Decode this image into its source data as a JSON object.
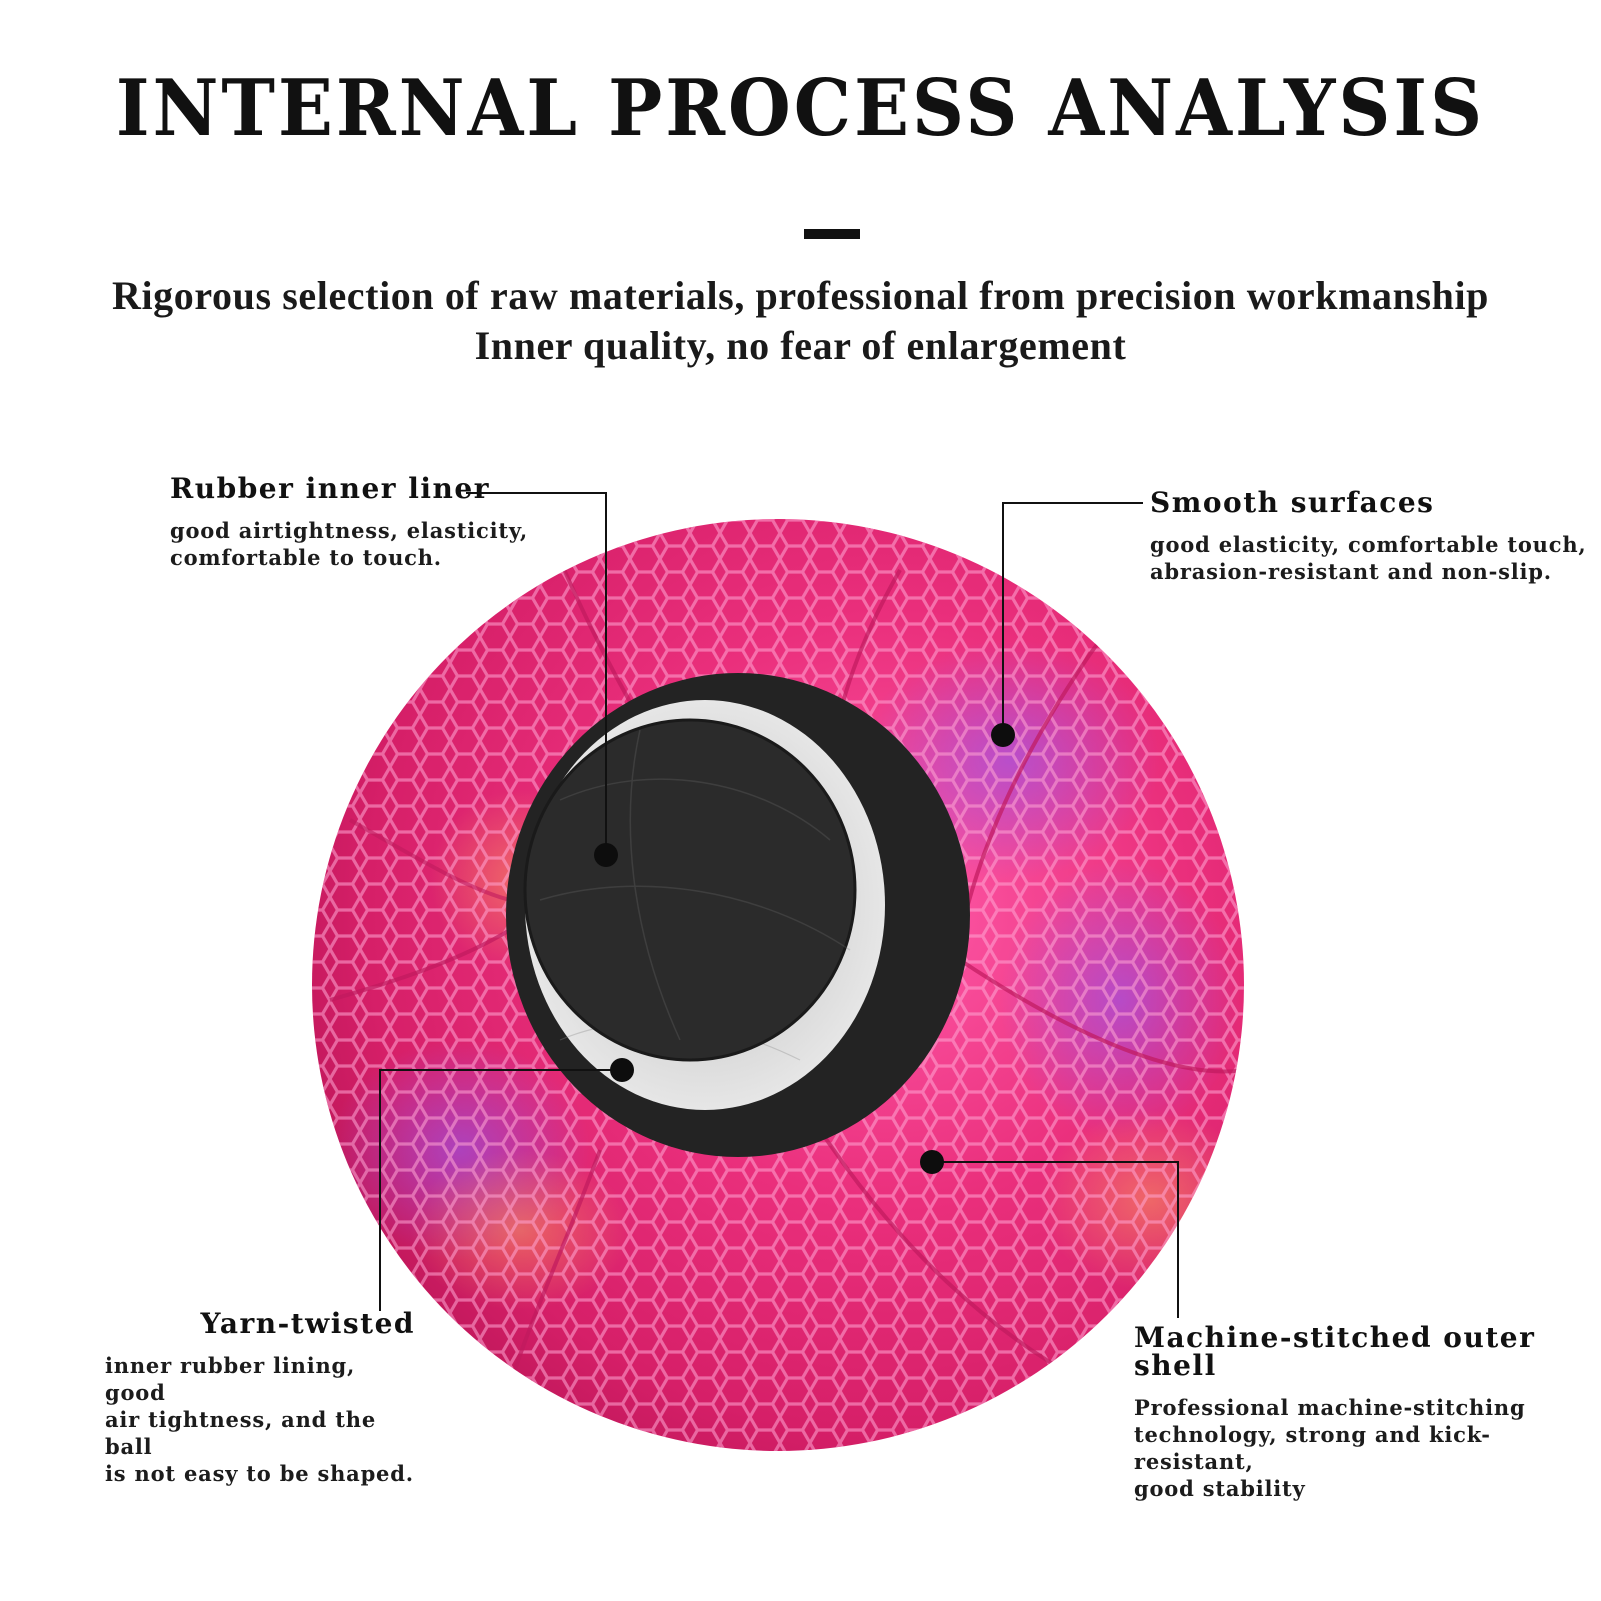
{
  "title": "INTERNAL PROCESS ANALYSIS",
  "subtitle_line1": "Rigorous selection of raw materials, professional from precision workmanship",
  "subtitle_line2": "Inner quality, no fear of enlargement",
  "callouts": [
    {
      "heading": "Rubber inner liner",
      "description": "good airtightness, elasticity,\ncomfortable to touch."
    },
    {
      "heading": "Smooth surfaces",
      "description": "good elasticity, comfortable touch,\nabrasion-resistant and non-slip."
    },
    {
      "heading": "Yarn-twisted",
      "description": "inner rubber lining, good\nair tightness, and the ball\nis not easy to be shaped."
    },
    {
      "heading": "Machine-stitched outer shell",
      "description": "Professional machine-stitching\ntechnology, strong and kick-resistant,\ngood stability"
    }
  ],
  "colors": {
    "ball_pink": "#e8307a",
    "ball_highlight": "#ff6fb0",
    "hex_pattern": "#ff9ccc",
    "inner_dark": "#2a2a2a",
    "yarn_layer": "#d8d8d8",
    "text": "#111111"
  }
}
